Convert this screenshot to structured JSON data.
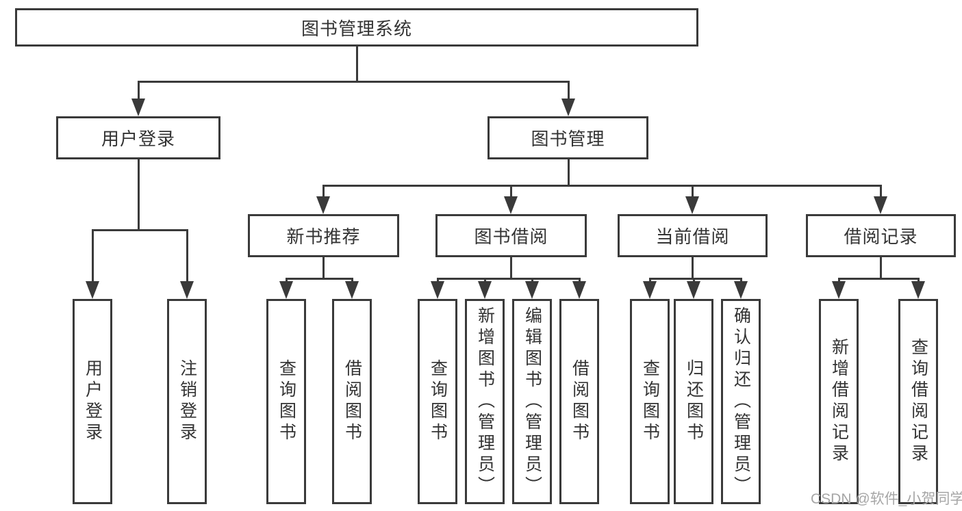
{
  "diagram": {
    "root": "图书管理系统",
    "level2": [
      "用户登录",
      "图书管理"
    ],
    "level3": [
      "新书推荐",
      "图书借阅",
      "当前借阅",
      "借阅记录"
    ],
    "leaves": {
      "user_login": [
        "用户登录",
        "注销登录"
      ],
      "new_book_recommend": [
        "查询图书",
        "借阅图书"
      ],
      "book_borrowing": [
        "查询图书",
        "新增图书（管理员）",
        "编辑图书（管理员）",
        "借阅图书"
      ],
      "current_borrowing": [
        "查询图书",
        "归还图书",
        "确认归还（管理员）"
      ],
      "borrowing_records": [
        "新增借阅记录",
        "查询借阅记录"
      ]
    },
    "watermark": "CSDN @软件_小贺同学",
    "colors": {
      "line": "#3a3a3a",
      "text": "#333333",
      "watermark": "#a6a6a6",
      "background": "#ffffff"
    }
  }
}
